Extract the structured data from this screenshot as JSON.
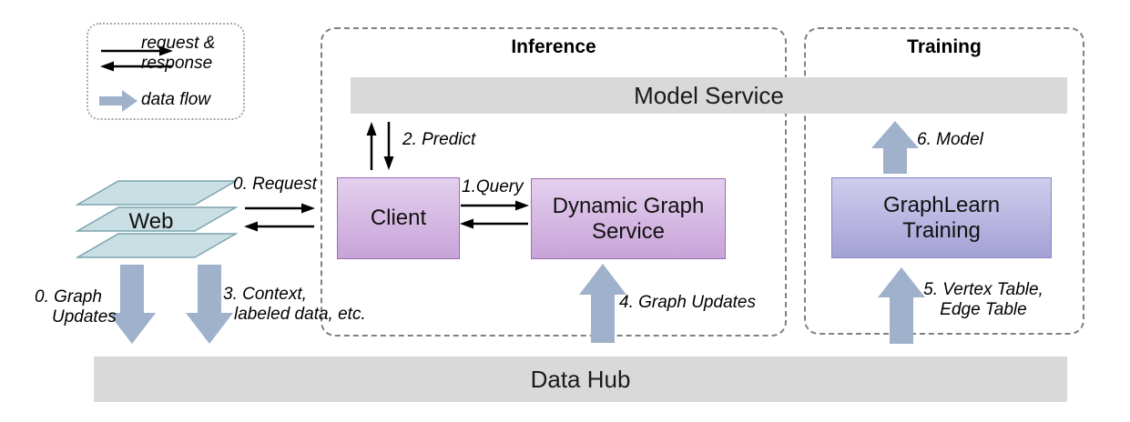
{
  "colors": {
    "flow_arrow": "#9fb1cb",
    "line_arrow": "#000000",
    "bar_fill": "#d9d9d9",
    "pink_node_top": "#e4d0ee",
    "pink_node_bottom": "#c8a3d8",
    "pink_node_border": "#9d6cb0",
    "violet_node_top": "#cfcdec",
    "violet_node_bottom": "#a4a1d6",
    "violet_node_border": "#8a87c4",
    "web_sheet_fill": "#cadfe3",
    "web_sheet_border": "#7ba4ae",
    "group_border": "#808080"
  },
  "legend": {
    "request_response_line1": "request &",
    "request_response_line2": "response",
    "data_flow": "data flow"
  },
  "groups": {
    "inference": "Inference",
    "training": "Training"
  },
  "nodes": {
    "web": "Web",
    "model_service": "Model Service",
    "client": "Client",
    "dgs_line1": "Dynamic Graph",
    "dgs_line2": "Service",
    "graphlearn_line1": "GraphLearn",
    "graphlearn_line2": "Training",
    "data_hub": "Data Hub"
  },
  "edges": {
    "request": "0. Request",
    "query": "1.Query",
    "predict": "2. Predict",
    "graph_updates_web_line1": "0. Graph",
    "graph_updates_web_line2": "Updates",
    "context_line1": "3. Context,",
    "context_line2": "labeled data, etc.",
    "graph_updates_dgs": "4. Graph Updates",
    "vertex_table_line1": "5. Vertex Table,",
    "vertex_table_line2": "Edge Table",
    "model": "6. Model"
  }
}
